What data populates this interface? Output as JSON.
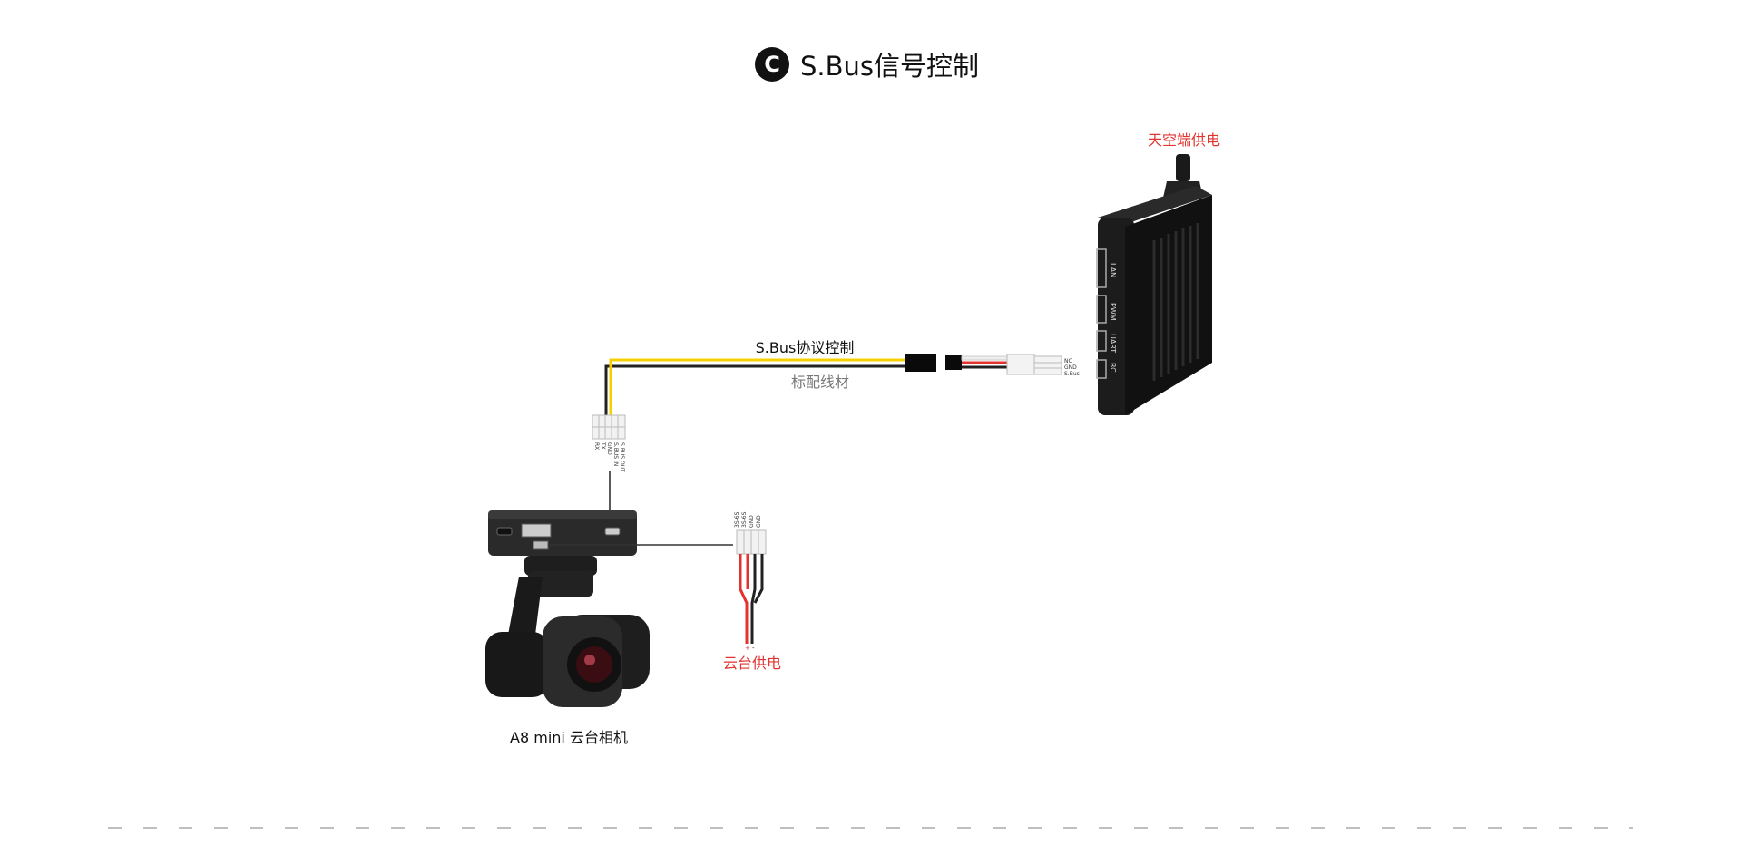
{
  "title": {
    "badge": "C",
    "text": "S.Bus信号控制"
  },
  "labels": {
    "air_unit_power": "天空端供电",
    "cable_protocol": "S.Bus协议控制",
    "cable_standard": "标配线材",
    "gimbal_power": "云台供电",
    "camera_name": "A8 mini 云台相机"
  },
  "air_unit_ports": [
    "LAN",
    "PWM",
    "UART",
    "RC"
  ],
  "air_connector_pins": [
    "NC",
    "GND",
    "S.Bus"
  ],
  "camera_connector_pins": [
    "S.BUS OUT",
    "S.BUS IN",
    "GND",
    "TX",
    "RX"
  ],
  "power_connector_pins": [
    "3S-6S",
    "3S-6S",
    "GND",
    "GND"
  ],
  "power_polarity": [
    "+",
    "-"
  ],
  "colors": {
    "accent_red": "#e2332f",
    "signal_yellow": "#f5d000",
    "wire_black": "#222222",
    "wire_red": "#e2332f"
  }
}
